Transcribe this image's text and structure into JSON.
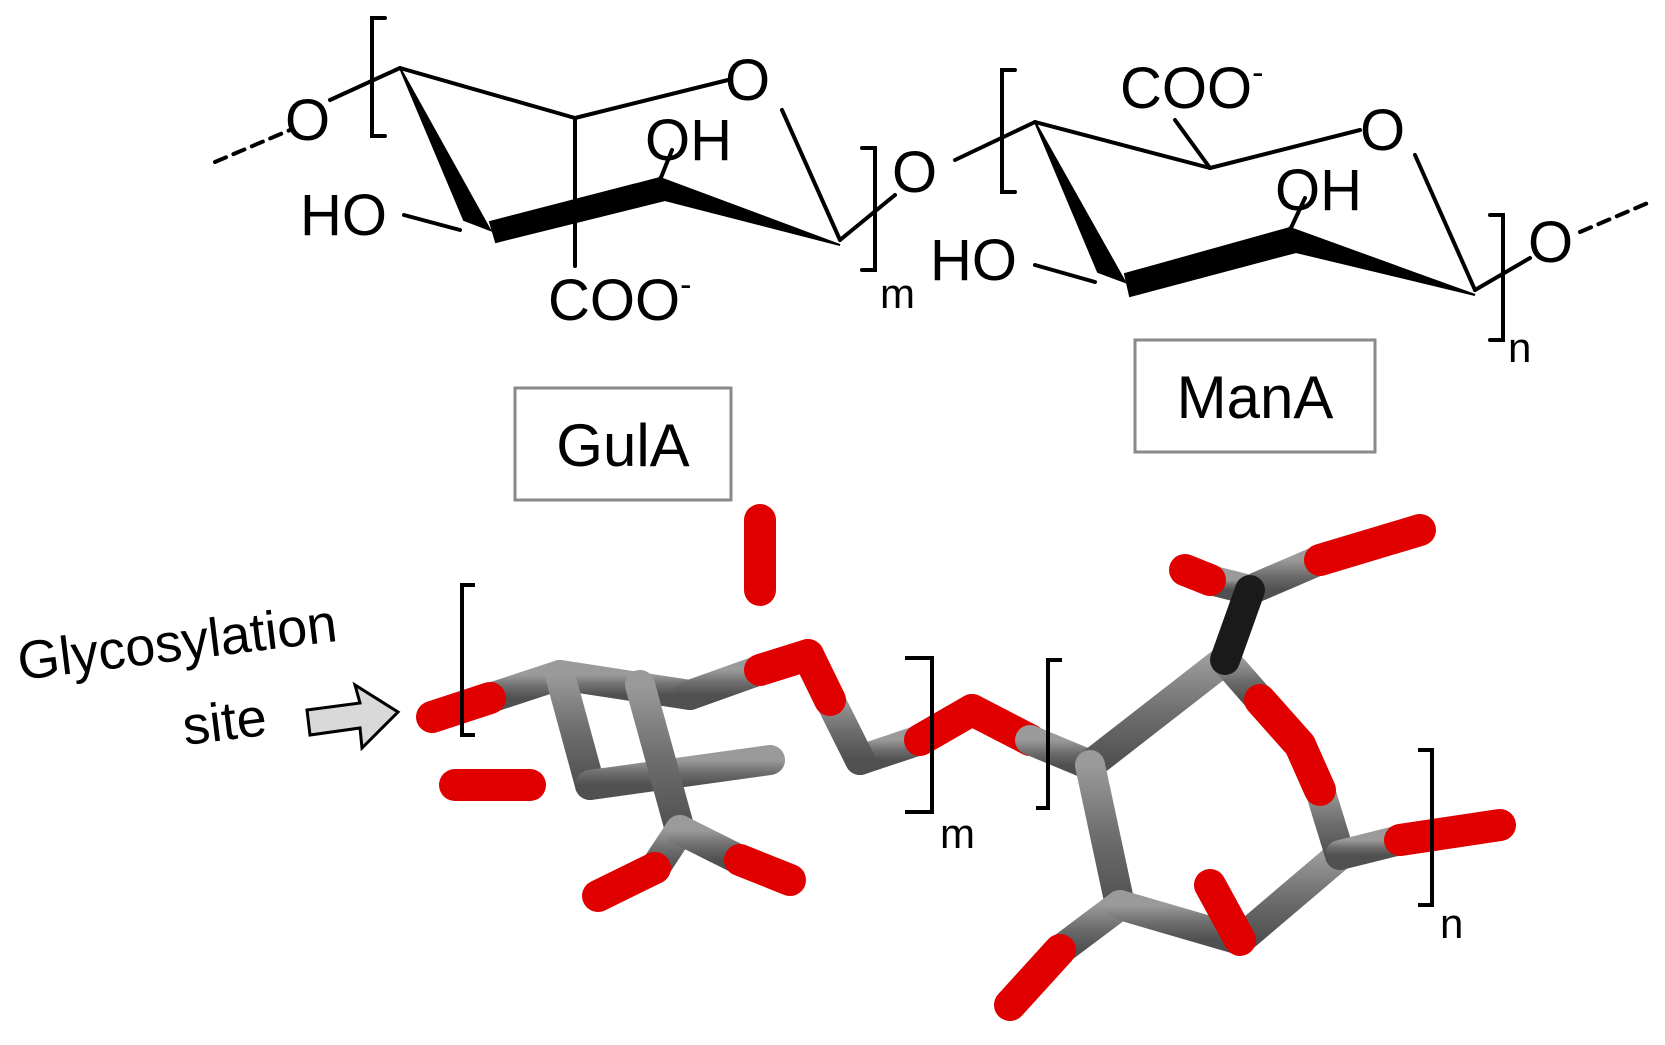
{
  "structural": {
    "gula_unit": {
      "ring_oxygen": "O",
      "linker_oxygen_left": "O",
      "hydroxyl_left": "HO",
      "hydroxyl_top": "OH",
      "carboxylate": "COO",
      "carboxylate_charge": "-",
      "repeat_subscript": "m"
    },
    "glycosidic_oxygen": "O",
    "mana_unit": {
      "ring_oxygen": "O",
      "hydroxyl_left": "HO",
      "hydroxyl_top": "OH",
      "carboxylate": "COO",
      "carboxylate_charge": "-",
      "linker_oxygen_right": "O",
      "repeat_subscript": "n"
    }
  },
  "labels": {
    "gula": "GulA",
    "mana": "ManA"
  },
  "model_3d": {
    "annotation_line1": "Glycosylation",
    "annotation_line2": "site",
    "repeat_subscript_m": "m",
    "repeat_subscript_n": "n",
    "colors": {
      "carbon": "#7a7a7a",
      "carbon_dark": "#1a1a1a",
      "oxygen": "#e00000",
      "arrow_fill": "#d9d9d9",
      "label_box_border": "#8a8a8a"
    }
  }
}
